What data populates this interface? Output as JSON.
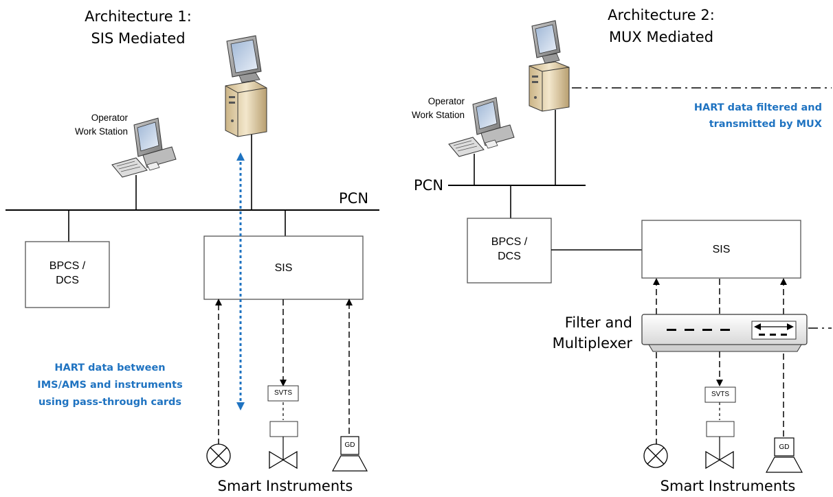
{
  "arch1": {
    "title_line1": "Architecture 1:",
    "title_line2": "SIS Mediated",
    "workstation_line1": "Operator",
    "workstation_line2": "Work Station",
    "network_label": "PCN",
    "bpcs_line1": "BPCS /",
    "bpcs_line2": "DCS",
    "sis_label": "SIS",
    "note_line1": "HART data between",
    "note_line2": "IMS/AMS and instruments",
    "note_line3": "using pass-through cards",
    "svts_label": "SVTS",
    "gd_label": "GD",
    "footer": "Smart Instruments"
  },
  "arch2": {
    "title_line1": "Architecture 2:",
    "title_line2": "MUX Mediated",
    "workstation_line1": "Operator",
    "workstation_line2": "Work Station",
    "network_label": "PCN",
    "bpcs_line1": "BPCS /",
    "bpcs_line2": "DCS",
    "sis_label": "SIS",
    "note_line1": "HART data filtered and",
    "note_line2": "transmitted by MUX",
    "mux_line1": "Filter and",
    "mux_line2": "Multiplexer",
    "svts_label": "SVTS",
    "gd_label": "GD",
    "footer": "Smart Instruments"
  },
  "colors": {
    "hart_blue": "#1f73c1"
  }
}
